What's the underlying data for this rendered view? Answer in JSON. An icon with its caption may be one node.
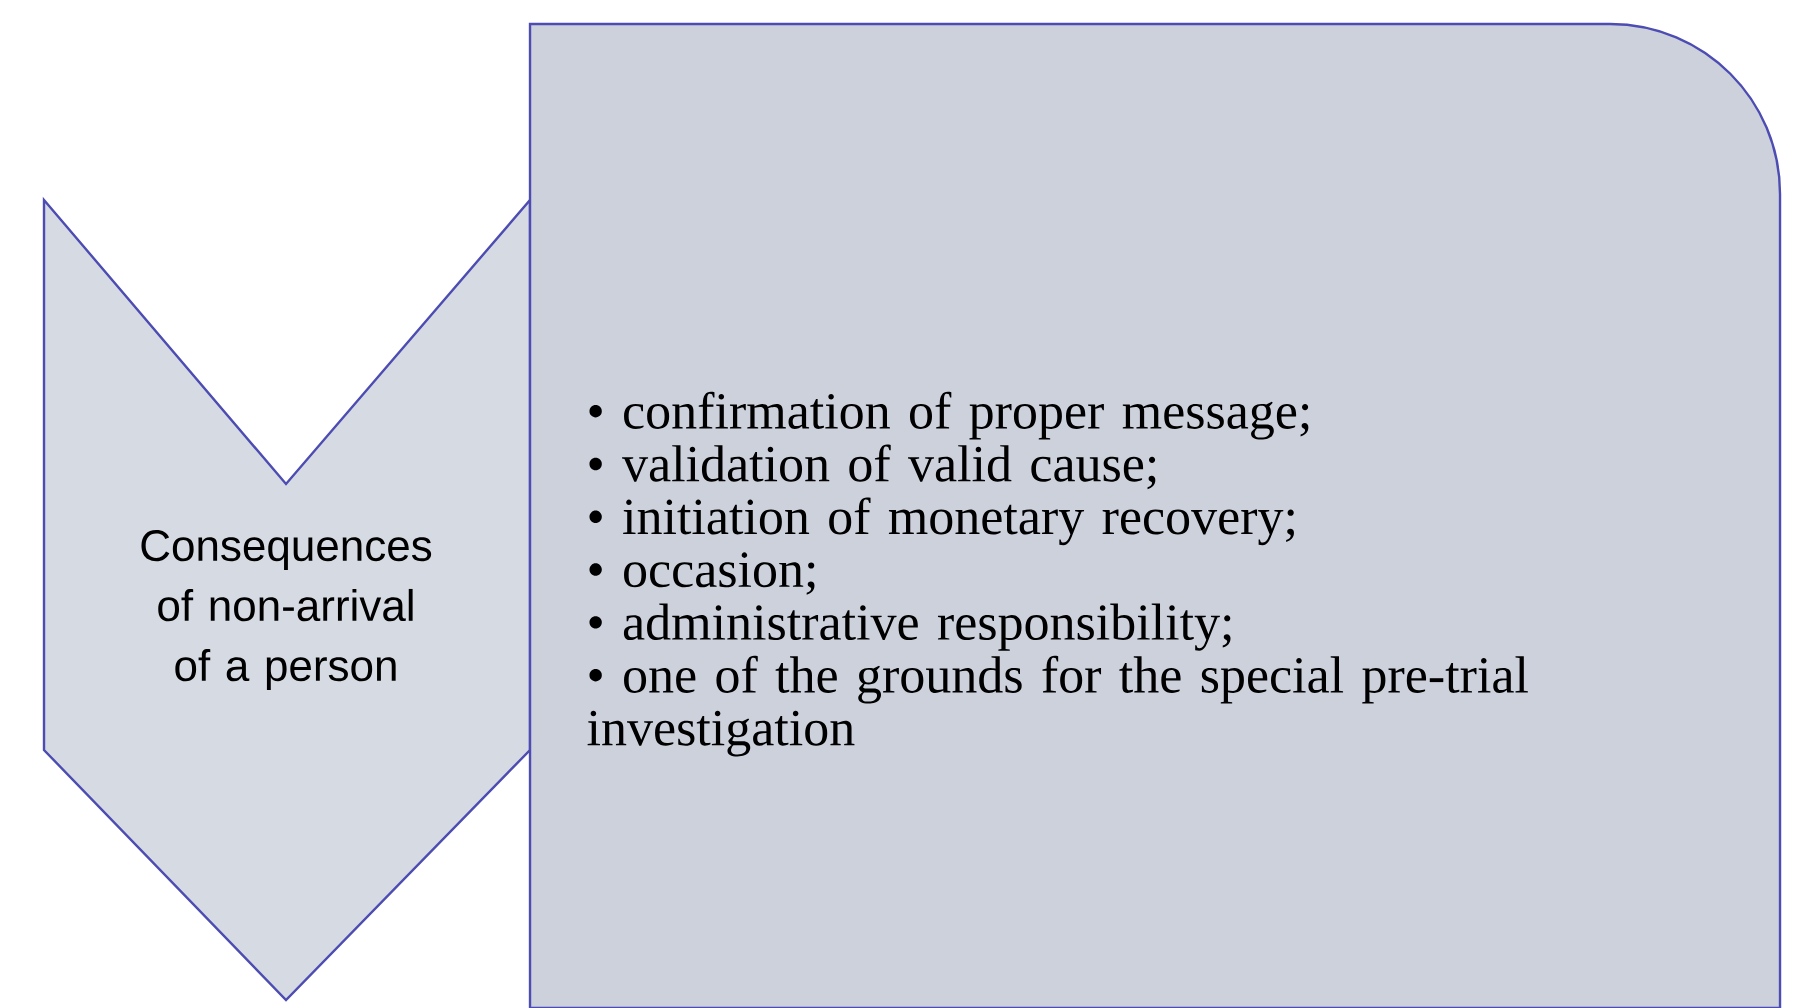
{
  "diagram": {
    "nodes": [
      {
        "text": [
          "Consequences of non-arrival of a person"
        ]
      },
      {
        "text": [
          "• confirmation of proper message;",
          "• validation of valid cause;",
          "• initiation of monetary recovery;",
          "• occasion;",
          "• administrative responsibility;",
          "• one of the grounds for the special pre-trial investigation"
        ]
      }
    ]
  }
}
